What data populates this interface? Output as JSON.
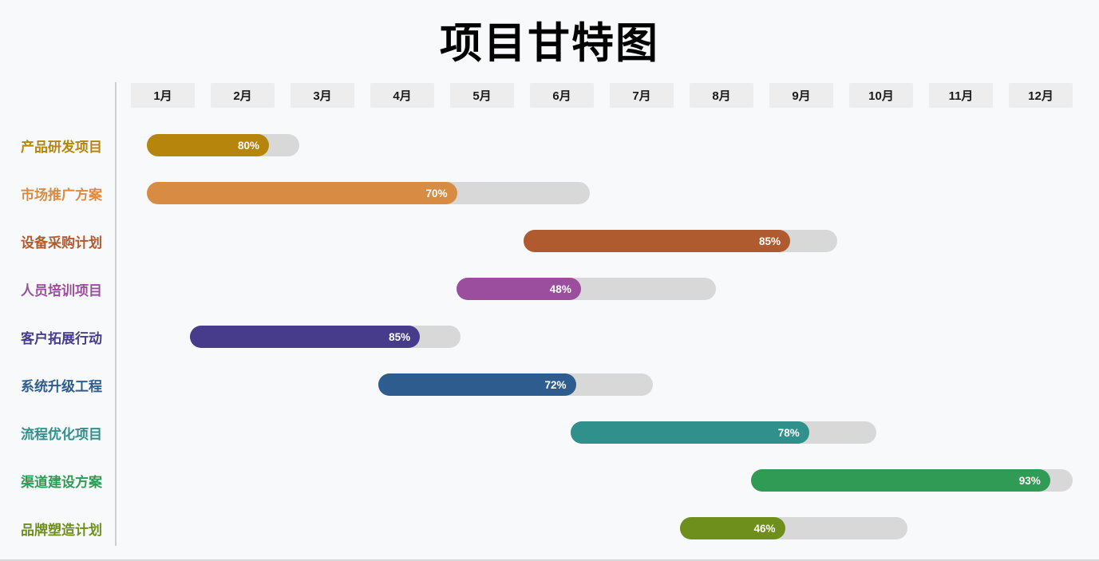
{
  "header": {
    "title": "项目甘特图"
  },
  "layout_colors": {
    "background": "#f8f9fa",
    "month_box_bg": "#ededed",
    "axis_line": "#cfcfcf",
    "track": "#d8d8d8",
    "progress_text": "#ffffff"
  },
  "chart_data": {
    "type": "gantt",
    "title": "项目甘特图",
    "x_axis": {
      "unit": "month",
      "min": 0,
      "max": 12,
      "tick_labels": [
        "1月",
        "2月",
        "3月",
        "4月",
        "5月",
        "6月",
        "7月",
        "8月",
        "9月",
        "10月",
        "11月",
        "12月"
      ]
    },
    "grid": false,
    "legend": false,
    "track_color": "#d8d8d8",
    "tasks": [
      {
        "label": "产品研发项目",
        "start_month": 0.2,
        "end_month": 2.15,
        "progress_pct": 80,
        "progress_label": "80%",
        "color": "#B5860B"
      },
      {
        "label": "市场推广方案",
        "start_month": 0.2,
        "end_month": 5.85,
        "progress_pct": 70,
        "progress_label": "70%",
        "color": "#D88C43"
      },
      {
        "label": "设备采购计划",
        "start_month": 5.0,
        "end_month": 9.0,
        "progress_pct": 85,
        "progress_label": "85%",
        "color": "#B05A30"
      },
      {
        "label": "人员培训项目",
        "start_month": 4.15,
        "end_month": 7.45,
        "progress_pct": 48,
        "progress_label": "48%",
        "color": "#9C4E9E"
      },
      {
        "label": "客户拓展行动",
        "start_month": 0.75,
        "end_month": 4.2,
        "progress_pct": 85,
        "progress_label": "85%",
        "color": "#473C8C"
      },
      {
        "label": "系统升级工程",
        "start_month": 3.15,
        "end_month": 6.65,
        "progress_pct": 72,
        "progress_label": "72%",
        "color": "#2F5C8E"
      },
      {
        "label": "流程优化项目",
        "start_month": 5.6,
        "end_month": 9.5,
        "progress_pct": 78,
        "progress_label": "78%",
        "color": "#2F908C"
      },
      {
        "label": "渠道建设方案",
        "start_month": 7.9,
        "end_month": 12.0,
        "progress_pct": 93,
        "progress_label": "93%",
        "color": "#2F9B55"
      },
      {
        "label": "品牌塑造计划",
        "start_month": 7.0,
        "end_month": 9.9,
        "progress_pct": 46,
        "progress_label": "46%",
        "color": "#6F8F1D"
      }
    ]
  }
}
